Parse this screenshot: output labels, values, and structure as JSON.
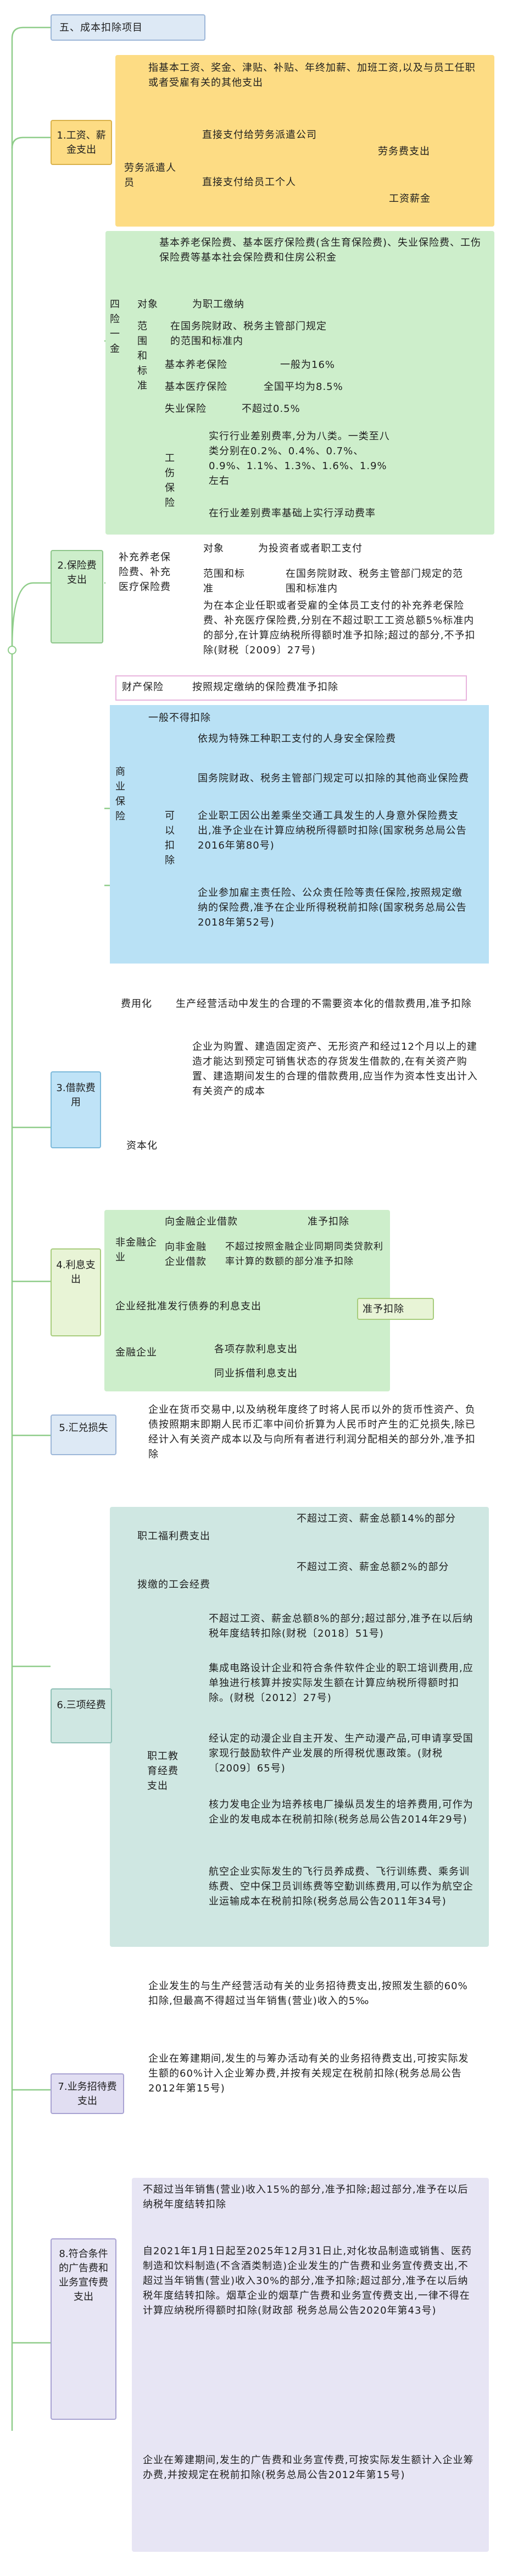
{
  "root": {
    "title": "五、成本扣除项目"
  },
  "colors": {
    "wages": "#fddc84",
    "insurance": "#cdeecb",
    "commercial": "#b9e1f5",
    "funds": "#cfe7e2",
    "ads": "#e7e5f4",
    "line": "#8fcd8a"
  },
  "s1": {
    "label": "1.工资、薪金支出",
    "desc": "指基本工资、奖金、津贴、补贴、年终加薪、加班工资,以及与员工任职或者受雇有关的其他支出",
    "labor_dispatch": "劳务派遣人员",
    "pay_agency": "直接支付给劳务派遣公司",
    "pay_agency_result": "劳务费支出",
    "pay_staff": "直接支付给员工个人",
    "pay_staff_result": "工资薪金"
  },
  "s2": {
    "label": "2.保险费支出",
    "social": {
      "list": "基本养老保险费、基本医疗保险费(含生育保险费)、失业保险费、工伤保险费等基本社会保险费和住房公积金",
      "four_gold": "四险一金",
      "object_k": "对象",
      "object_v": "为职工缴纳",
      "scope_k": "范围和标准",
      "scope_v": "在国务院财政、税务主管部门规定的范围和标准内",
      "pension_k": "基本养老保险",
      "pension_v": "一般为16%",
      "medical_k": "基本医疗保险",
      "medical_v": "全国平均为8.5%",
      "unemp_k": "失业保险",
      "unemp_v": "不超过0.5%",
      "injury_k": "工伤保险",
      "injury_1": "实行行业差别费率,分为八类。一类至八类分别在0.2%、0.4%、0.7%、0.9%、1.1%、1.3%、1.6%、1.9%左右",
      "injury_2": "在行业差别费率基础上实行浮动费率"
    },
    "supp": {
      "label": "补充养老保险费、补充医疗保险费",
      "object_k": "对象",
      "object_v": "为投资者或者职工支付",
      "scope_k": "范围和标准",
      "scope_v": "在国务院财政、税务主管部门规定的范围和标准内",
      "note": "为在本企业任职或者受雇的全体员工支付的补充养老保险费、补充医疗保险费,分别在不超过职工工资总额5%标准内的部分,在计算应纳税所得额时准予扣除;超过的部分,不予扣除(财税〔2009〕27号)"
    },
    "property": {
      "label": "财产保险",
      "text": "按照规定缴纳的保险费准予扣除"
    },
    "commercial": {
      "label": "商业保险",
      "not_deduct": "一般不得扣除",
      "can_deduct": "可以扣除",
      "item1": "依规为特殊工种职工支付的人身安全保险费",
      "item2": "国务院财政、税务主管部门规定可以扣除的其他商业保险费",
      "item3": "企业职工因公出差乘坐交通工具发生的人身意外保险费支出,准予企业在计算应纳税所得额时扣除(国家税务总局公告2016年第80号)",
      "item4": "企业参加雇主责任险、公众责任险等责任保险,按照规定缴纳的保险费,准予在企业所得税税前扣除(国家税务总局公告2018年第52号)"
    }
  },
  "s3": {
    "label": "3.借款费用",
    "expense_k": "费用化",
    "expense_v": "生产经营活动中发生的合理的不需要资本化的借款费用,准予扣除",
    "capital_k": "资本化",
    "capital_v": "企业为购置、建造固定资产、无形资产和经过12个月以上的建造才能达到预定可销售状态的存货发生借款的,在有关资产购置、建造期间发生的合理的借款费用,应当作为资本性支出计入有关资产的成本"
  },
  "s4": {
    "label": "4.利息支出",
    "nonfin": "非金融企业",
    "to_fin": "向金融企业借款",
    "to_fin_v": "准予扣除",
    "to_nonfin": "向非金融企业借款",
    "to_nonfin_v": "不超过按照金融企业同期同类贷款利率计算的数额的部分准予扣除",
    "bonds": "企业经批准发行债券的利息支出",
    "fin": "金融企业",
    "fin_deposit": "各项存款利息支出",
    "fin_interbank": "同业拆借利息支出",
    "allowed": "准予扣除"
  },
  "s5": {
    "label": "5.汇兑损失",
    "text": "企业在货币交易中,以及纳税年度终了时将人民币以外的货币性资产、负债按照期末即期人民币汇率中间价折算为人民币时产生的汇兑损失,除已经计入有关资产成本以及与向所有者进行利润分配相关的部分外,准予扣除"
  },
  "s6": {
    "label": "6.三项经费",
    "welfare_k": "职工福利费支出",
    "welfare_v": "不超过工资、薪金总额14%的部分",
    "union_k": "拨缴的工会经费",
    "union_v": "不超过工资、薪金总额2%的部分",
    "edu_k": "职工教育经费支出",
    "edu_1": "不超过工资、薪金总额8%的部分;超过部分,准予在以后纳税年度结转扣除(财税〔2018〕51号)",
    "edu_2": "集成电路设计企业和符合条件软件企业的职工培训费用,应单独进行核算并按实际发生额在计算应纳税所得额时扣除。(财税〔2012〕27号)",
    "edu_3": "经认定的动漫企业自主开发、生产动漫产品,可申请享受国家现行鼓励软件产业发展的所得税优惠政策。(财税〔2009〕65号)",
    "edu_4": "核力发电企业为培养核电厂操纵员发生的培养费用,可作为企业的发电成本在税前扣除(税务总局公告2014年29号)",
    "edu_5": "航空企业实际发生的飞行员养成费、飞行训练费、乘务训练费、空中保卫员训练费等空勤训练费用,可以作为航空企业运输成本在税前扣除(税务总局公告2011年34号)"
  },
  "s7": {
    "label": "7.业务招待费支出",
    "text1": "企业发生的与生产经营活动有关的业务招待费支出,按照发生额的60%扣除,但最高不得超过当年销售(营业)收入的5‰",
    "text2": "企业在筹建期间,发生的与筹办活动有关的业务招待费支出,可按实际发生额的60%计入企业筹办费,并按有关规定在税前扣除(税务总局公告2012年第15号)"
  },
  "s8": {
    "label": "8.符合条件的广告费和业务宣传费支出",
    "text1": "不超过当年销售(营业)收入15%的部分,准予扣除;超过部分,准予在以后纳税年度结转扣除",
    "text2": "自2021年1月1日起至2025年12月31日止,对化妆品制造或销售、医药制造和饮料制造(不含酒类制造)企业发生的广告费和业务宣传费支出,不超过当年销售(营业)收入30%的部分,准予扣除;超过部分,准予在以后纳税年度结转扣除。烟草企业的烟草广告费和业务宣传费支出,一律不得在计算应纳税所得额时扣除(财政部 税务总局公告2020年第43号)",
    "text3": "企业在筹建期间,发生的广告费和业务宣传费,可按实际发生额计入企业筹办费,并按规定在税前扣除(税务总局公告2012年第15号)"
  }
}
